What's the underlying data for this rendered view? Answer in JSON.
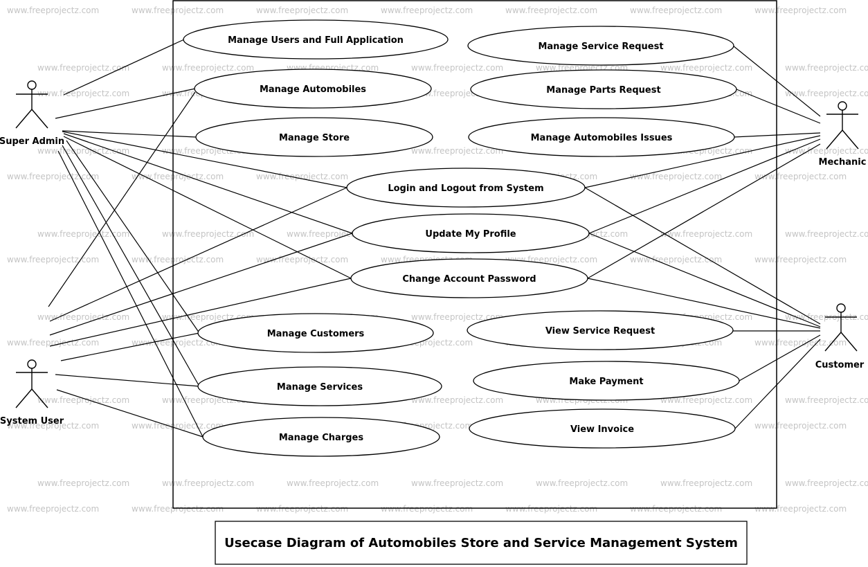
{
  "watermark": "www.freeprojectz.com",
  "caption": "Usecase Diagram of Automobiles Store and Service Management System",
  "actors": {
    "super_admin": "Super Admin",
    "system_user": "System User",
    "mechanic": "Mechanic",
    "customer": "Customer"
  },
  "usecases": {
    "manage_users": "Manage Users and Full Application",
    "manage_automobiles": "Manage Automobiles",
    "manage_store": "Manage Store",
    "login_logout": "Login and Logout from System",
    "update_profile": "Update My Profile",
    "change_password": "Change Account Password",
    "manage_customers": "Manage Customers",
    "manage_services": "Manage Services",
    "manage_charges": "Manage Charges",
    "manage_service_request": "Manage Service Request",
    "manage_parts_request": "Manage Parts Request",
    "manage_automobiles_issues": "Manage Automobiles Issues",
    "view_service_request": "View Service Request",
    "make_payment": "Make Payment",
    "view_invoice": "View Invoice"
  },
  "associations": [
    [
      "super_admin",
      "manage_users"
    ],
    [
      "super_admin",
      "manage_automobiles"
    ],
    [
      "super_admin",
      "manage_store"
    ],
    [
      "super_admin",
      "login_logout"
    ],
    [
      "super_admin",
      "update_profile"
    ],
    [
      "super_admin",
      "change_password"
    ],
    [
      "super_admin",
      "manage_customers"
    ],
    [
      "super_admin",
      "manage_services"
    ],
    [
      "super_admin",
      "manage_charges"
    ],
    [
      "system_user",
      "manage_automobiles"
    ],
    [
      "system_user",
      "login_logout"
    ],
    [
      "system_user",
      "update_profile"
    ],
    [
      "system_user",
      "change_password"
    ],
    [
      "system_user",
      "manage_customers"
    ],
    [
      "system_user",
      "manage_services"
    ],
    [
      "system_user",
      "manage_charges"
    ],
    [
      "mechanic",
      "manage_service_request"
    ],
    [
      "mechanic",
      "manage_parts_request"
    ],
    [
      "mechanic",
      "manage_automobiles_issues"
    ],
    [
      "mechanic",
      "login_logout"
    ],
    [
      "mechanic",
      "update_profile"
    ],
    [
      "mechanic",
      "change_password"
    ],
    [
      "customer",
      "login_logout"
    ],
    [
      "customer",
      "update_profile"
    ],
    [
      "customer",
      "change_password"
    ],
    [
      "customer",
      "view_service_request"
    ],
    [
      "customer",
      "make_payment"
    ],
    [
      "customer",
      "view_invoice"
    ]
  ]
}
